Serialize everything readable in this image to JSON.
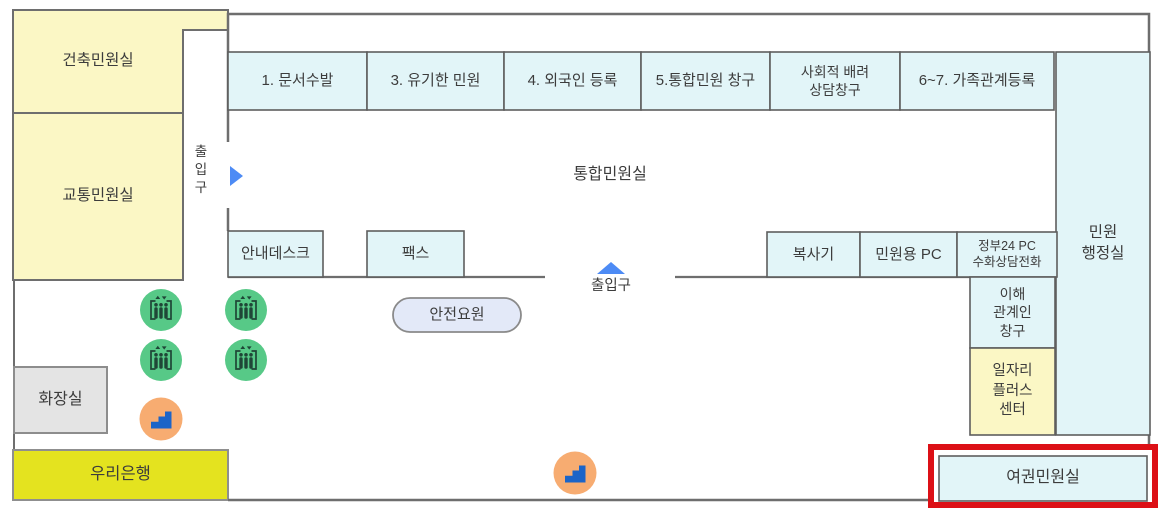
{
  "colors": {
    "wall": "#6e6e6e",
    "room_yellow": "#fbf7c5",
    "room_blue": "#e2f5f8",
    "restroom_gray": "#e4e4e4",
    "bank_yellow": "#e4e31f",
    "guard_pill": "#e3e9f8",
    "elevator_green": "#57c987",
    "elevator_glyph": "#1f4637",
    "stairs_orange": "#f7ac71",
    "stairs_glyph_blue": "#1b64c8",
    "entrance_arrow_blue": "#4d8bf5",
    "highlight_red": "#dc1016",
    "text": "#3c3c3c"
  },
  "rooms": {
    "building_permit": "건축민원실",
    "traffic": "교통민원실",
    "restroom": "화장실",
    "bank": "우리은행",
    "main_hall": "통합민원실",
    "admin_office": "민원\n행정실",
    "passport": "여권민원실"
  },
  "top_counters": [
    "1. 문서수발",
    "3. 유기한 민원",
    "4. 외국인 등록",
    "5.통합민원 창구",
    "사회적 배려\n상담창구",
    "6~7. 가족관계등록"
  ],
  "stations": {
    "info_desk": "안내데스크",
    "fax": "팩스",
    "copier": "복사기",
    "public_pc": "민원용 PC",
    "gov24_pc": "정부24 PC\n수화상담전화",
    "stakeholder_counter": "이해\n관계인\n창구",
    "job_plus_center": "일자리\n플러스\n센터",
    "safety_officer": "안전요원"
  },
  "entrances": {
    "left_label": "출입구",
    "bottom_label": "출입구"
  }
}
